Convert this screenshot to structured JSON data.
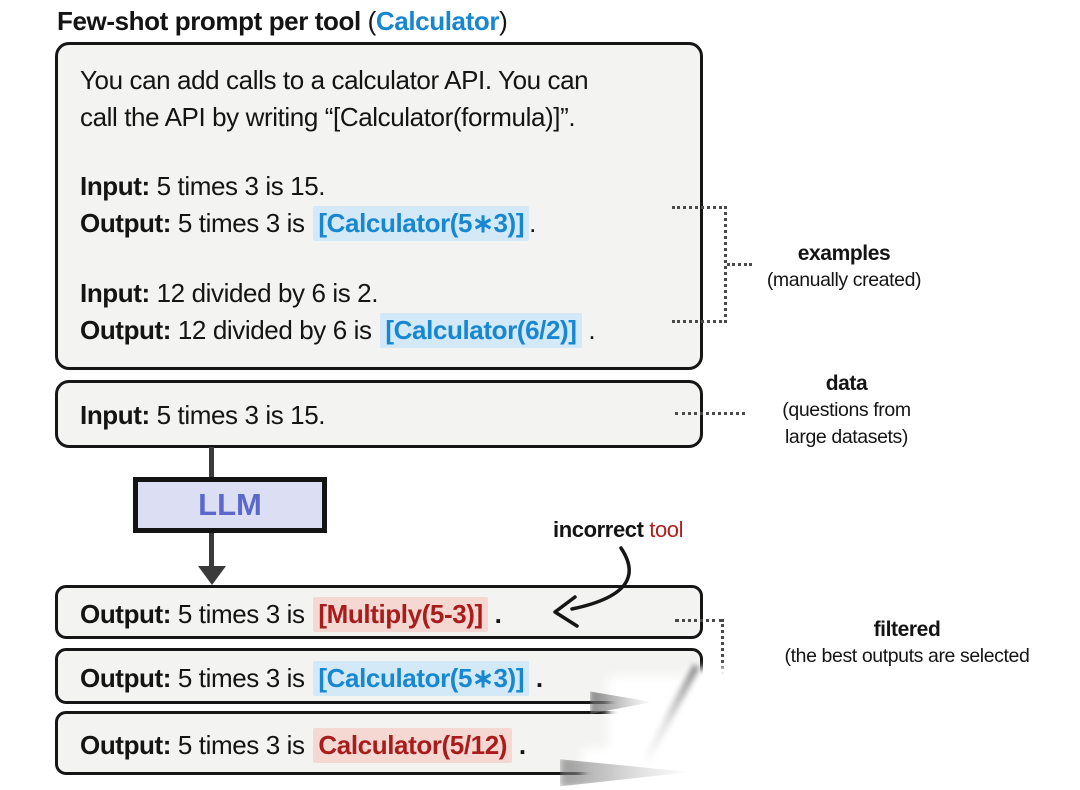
{
  "title": {
    "main": "Few-shot prompt per tool",
    "paren_open": " (",
    "tool": "Calculator",
    "paren_close": ")"
  },
  "prompt_box": {
    "instruction_line1": "You can add calls to a calculator API. You can",
    "instruction_line2": "call the API by writing “[Calculator(formula)]”.",
    "example1": {
      "input_label": "Input:",
      "input_text": " 5 times 3 is 15.",
      "output_label": "Output:",
      "output_prefix": " 5 times 3 is ",
      "call": "[Calculator(5∗3)]",
      "suffix": "."
    },
    "example2": {
      "input_label": "Input:",
      "input_text": " 12 divided by 6 is 2.",
      "output_label": "Output:",
      "output_prefix": " 12 divided by 6 is ",
      "call": "[Calculator(6/2)]",
      "suffix": " ."
    }
  },
  "data_box": {
    "input_label": "Input:",
    "input_text": " 5 times 3 is 15."
  },
  "llm_box": {
    "label": "LLM"
  },
  "annotations": {
    "examples": {
      "title": "examples",
      "subtitle": "(manually created)"
    },
    "data": {
      "title": "data",
      "subtitle_line1": "(questions from",
      "subtitle_line2": "large datasets)"
    },
    "filtered": {
      "title": "filtered",
      "subtitle": "(the best outputs are selected"
    },
    "incorrect": {
      "bold": "incorrect",
      "red": " tool"
    }
  },
  "outputs": [
    {
      "label": "Output:",
      "prefix": " 5 times 3 is ",
      "call": "[Multiply(5-3)]",
      "suffix": " .",
      "style": "red"
    },
    {
      "label": "Output:",
      "prefix": " 5 times 3 is ",
      "call": "[Calculator(5∗3)]",
      "suffix": " .",
      "style": "blue"
    },
    {
      "label": "Output:",
      "prefix": " 5 times 3 is ",
      "call": "Calculator(5/12)",
      "suffix": " .",
      "style": "red"
    }
  ],
  "colors": {
    "accent_blue": "#1787d2",
    "blue_highlight_bg": "#d3e9f8",
    "accent_red": "#a91c1c",
    "red_highlight_bg": "#f6d8d3",
    "incorrect_red": "#ae1f1f",
    "box_fill": "#f3f3f2",
    "box_border": "#161616",
    "llm_fill": "#dcdff3",
    "llm_text": "#5b68c9",
    "arrow_gray": "#3a3a3a"
  }
}
